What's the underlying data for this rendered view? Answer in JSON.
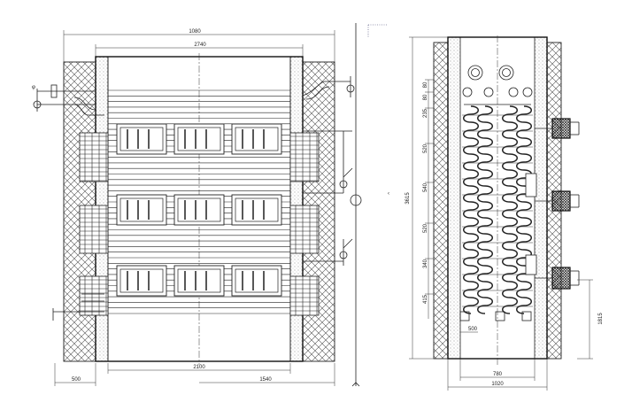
{
  "front_view": {
    "dims": {
      "overall_width": "1080",
      "inner_width": "2740",
      "bottom_width": "2100",
      "bottom_right": "1540",
      "bottom_left": "500"
    }
  },
  "side_view": {
    "dims": {
      "vertical": [
        "80",
        "80",
        "235",
        "520",
        "540",
        "520",
        "340",
        "415"
      ],
      "left_total": "3615",
      "bottom_small": "500",
      "bottom_inner": "780",
      "bottom_outer": "1020",
      "right_height": "1815"
    }
  },
  "colors": {
    "line": "#222222",
    "brick_hatch": "#555555"
  }
}
